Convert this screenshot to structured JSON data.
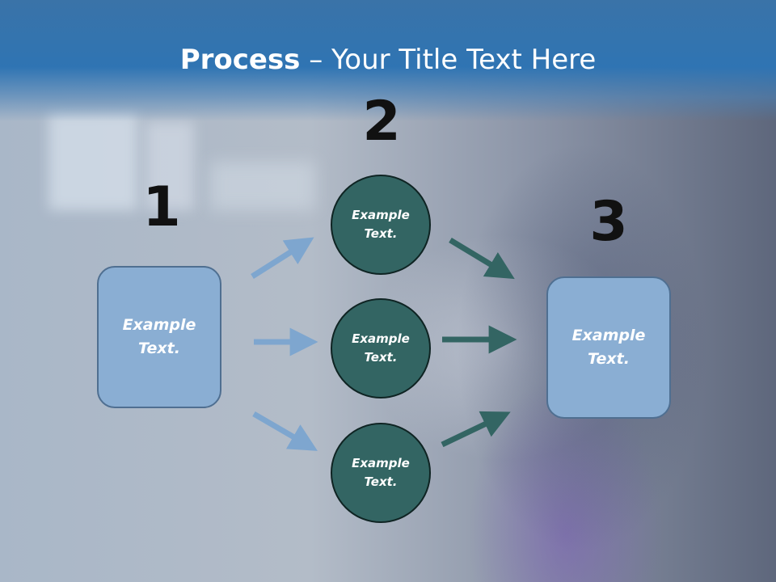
{
  "title": {
    "bold": "Process",
    "rest": " – Your Title Text Here"
  },
  "steps": {
    "one": "1",
    "two": "2",
    "three": "3"
  },
  "left_box": {
    "line1": "Example",
    "line2": "Text."
  },
  "circles": [
    {
      "line1": "Example",
      "line2": "Text."
    },
    {
      "line1": "Example",
      "line2": "Text."
    },
    {
      "line1": "Example",
      "line2": "Text."
    }
  ],
  "right_box": {
    "line1": "Example",
    "line2": "Text."
  },
  "colors": {
    "header": "#2f74b3",
    "box_fill": "#8aaed3",
    "circle_fill": "#336563",
    "light_arrow": "#7ea6cf",
    "dark_arrow": "#336563"
  }
}
